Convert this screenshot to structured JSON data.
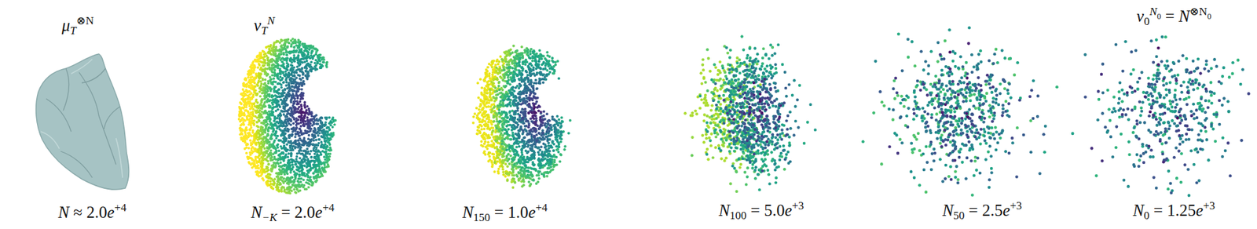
{
  "diagram": {
    "labels": [
      "μT⊗N",
      "νTN",
      "ν0N0 = N⊗N0",
      "N ≈ 2.0e+4",
      "N−K = 2.0e+4",
      "N150 = 1.0e+4",
      "N100 = 5.0e+3",
      "N50 = 2.5e+3",
      "N0 = 1.25e+3"
    ]
  }
}
